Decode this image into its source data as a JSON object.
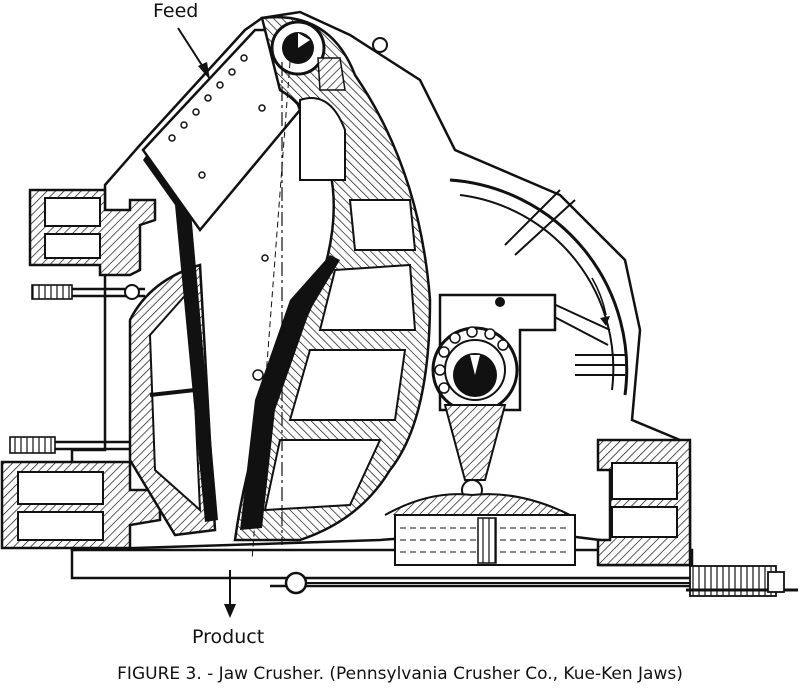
{
  "labels": {
    "feed": "Feed",
    "product": "Product"
  },
  "caption": "FIGURE 3. - Jaw Crusher. (Pennsylvania Crusher Co., Kue-Ken Jaws)",
  "colors": {
    "ink": "#111111",
    "paper": "#ffffff"
  }
}
